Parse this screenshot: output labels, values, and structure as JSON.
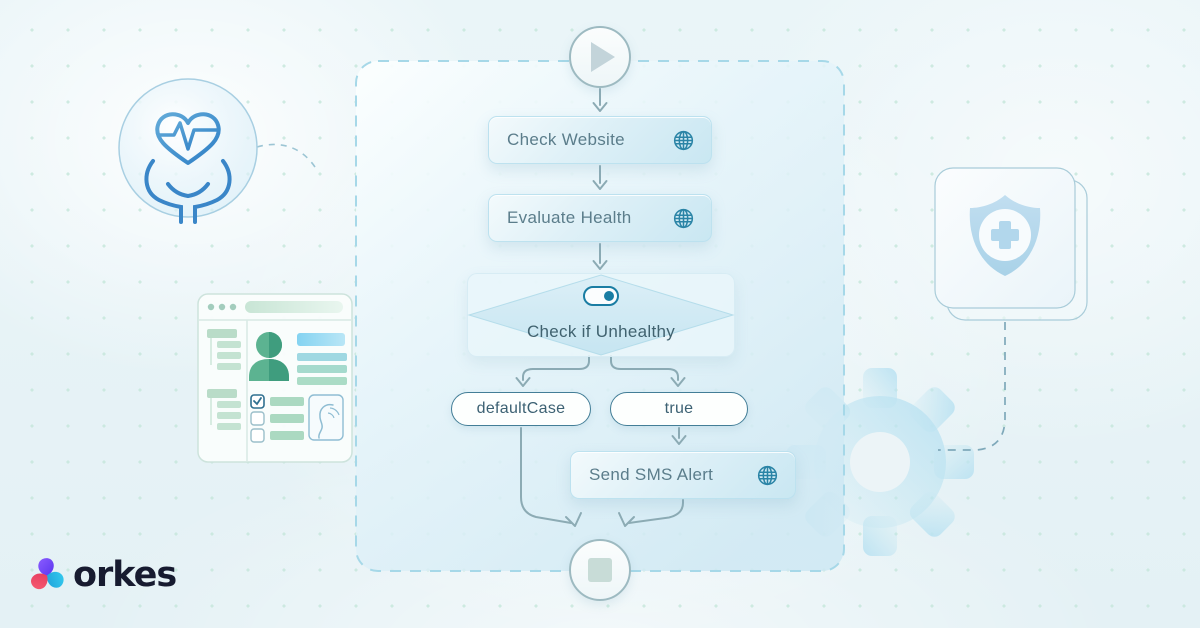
{
  "brand": {
    "name": "orkes",
    "mark_colors": {
      "purple": "#6a46f0",
      "cyan": "#24bde4",
      "red": "#ef4a66"
    },
    "text_color": "#171b30"
  },
  "workflow": {
    "start": {
      "icon": "play-icon"
    },
    "tasks": [
      {
        "label": "Check Website",
        "icon": "globe-icon"
      },
      {
        "label": "Evaluate Health",
        "icon": "globe-icon"
      },
      {
        "label": "Send SMS Alert",
        "icon": "globe-icon"
      }
    ],
    "decision": {
      "label": "Check if Unhealthy",
      "icon": "toggle-on-icon"
    },
    "branches": [
      {
        "label": "defaultCase"
      },
      {
        "label": "true"
      }
    ],
    "end": {
      "icon": "stop-icon"
    }
  },
  "illustrations": {
    "left_badge": "heart-in-hands-health-icon",
    "left_window": "patient-dashboard-window",
    "right_card": "medical-shield-card",
    "right_gear": "gear-icon"
  },
  "colors": {
    "background": "#e7f2f6",
    "dot_grid": "#c7e7dc",
    "container_border": "#a6d8e8",
    "task_fill_top": "#f3fafc",
    "task_fill_bottom": "#c9e7f2",
    "task_text": "#5b7d8b",
    "accent_teal": "#1a7da3",
    "pill_border": "#437e97",
    "connector": "#8cabb4"
  }
}
